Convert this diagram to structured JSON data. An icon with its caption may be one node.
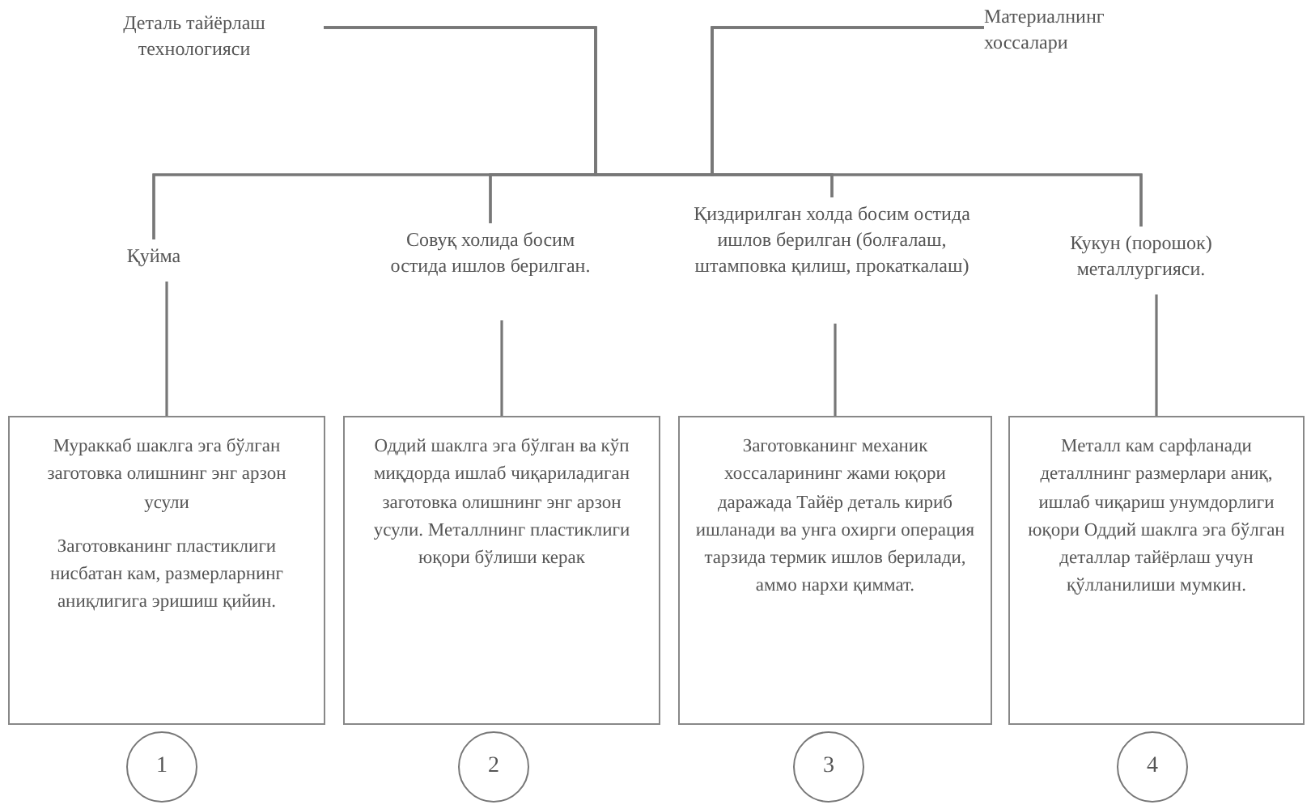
{
  "diagram": {
    "nodes": [
      {
        "text": [
          "Деталь тайёрлаш технологияси"
        ]
      },
      {
        "text": [
          "Материалнинг хоссалари"
        ]
      },
      {
        "text": [
          "Қуйма"
        ]
      },
      {
        "text": [
          "Совуқ холида босим остида ишлов берилган."
        ]
      },
      {
        "text": [
          "Қиздирилган холда босим остида ишлов берилган (болғалаш, штамповка қилиш, прокаткалаш)"
        ]
      },
      {
        "text": [
          "Кукун (порошок) металлургияси."
        ]
      },
      {
        "text": [
          "Мураккаб шаклга эга бўлган заготовка олишнинг энг арзон усули",
          "Заготовканинг пластиклиги нисбатан кам, размерларнинг аниқлигига эришиш қийин."
        ]
      },
      {
        "text": [
          "Оддий шаклга эга бўлган ва кўп миқдорда ишлаб чиқариладиган заготовка олишнинг энг арзон усули. Металлнинг пластиклиги юқори бўлиши керак"
        ]
      },
      {
        "text": [
          "Заготовканинг механик хоссаларининг жами юқори даражада Тайёр деталь кириб ишланади ва унга охирги операция тарзида термик ишлов берилади, аммо нархи қиммат."
        ]
      },
      {
        "text": [
          "Металл кам сарфланади деталлнинг размерлари аниқ, ишлаб чиқариш унумдорлиги юқори Оддий шаклга эга бўлган деталлар тайёрлаш учун қўлланилиши мумкин."
        ]
      },
      {
        "text": [
          "1"
        ]
      },
      {
        "text": [
          "2"
        ]
      },
      {
        "text": [
          "3"
        ]
      },
      {
        "text": [
          "4"
        ]
      }
    ],
    "edges": [
      {
        "from": 0,
        "to": 2,
        "arrow": "none"
      },
      {
        "from": 0,
        "to": 3,
        "arrow": "none"
      },
      {
        "from": 0,
        "to": 4,
        "arrow": "none"
      },
      {
        "from": 0,
        "to": 5,
        "arrow": "none"
      },
      {
        "from": 1,
        "to": 2,
        "arrow": "none"
      },
      {
        "from": 1,
        "to": 3,
        "arrow": "none"
      },
      {
        "from": 1,
        "to": 4,
        "arrow": "none"
      },
      {
        "from": 1,
        "to": 5,
        "arrow": "none"
      },
      {
        "from": 2,
        "to": 6,
        "arrow": "none"
      },
      {
        "from": 3,
        "to": 7,
        "arrow": "none"
      },
      {
        "from": 4,
        "to": 8,
        "arrow": "none"
      },
      {
        "from": 5,
        "to": 9,
        "arrow": "none"
      }
    ]
  }
}
